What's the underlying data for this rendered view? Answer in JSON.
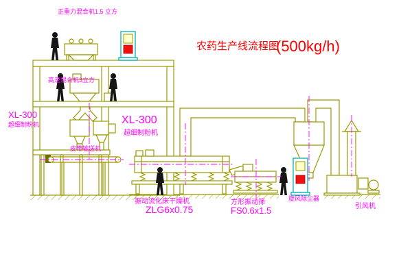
{
  "title": {
    "name": "农药生产线流程图",
    "capacity": "(500kg/h)"
  },
  "labels": {
    "gravity_mixer": "正重力混合机1.5 立方",
    "high_speed_mixer": "高速混合机3立方",
    "mill_left_model": "XL-300",
    "mill_left_name": "超细制粉机",
    "mill_center_model": "XL-300",
    "mill_center_name": "超细制粉机",
    "belt_conveyor": "皮带输送机",
    "fluid_bed_dryer": "振动流化床干燥机",
    "fluid_bed_dryer_model": "ZLG6x0.75",
    "square_sieve": "方形振动筛",
    "square_sieve_model": "FS0.6x1.5",
    "cyclone": "旋风除尘器",
    "induced_draft_fan": "引风机"
  },
  "colors": {
    "equipment_outline": "#9a9a00",
    "label_text": "#ff00ff",
    "title_text": "#ff0000",
    "control_cabinet": "#00b0b0",
    "alarm_box": "#ee1111",
    "figure": "#151515",
    "background": "#ffffff"
  }
}
